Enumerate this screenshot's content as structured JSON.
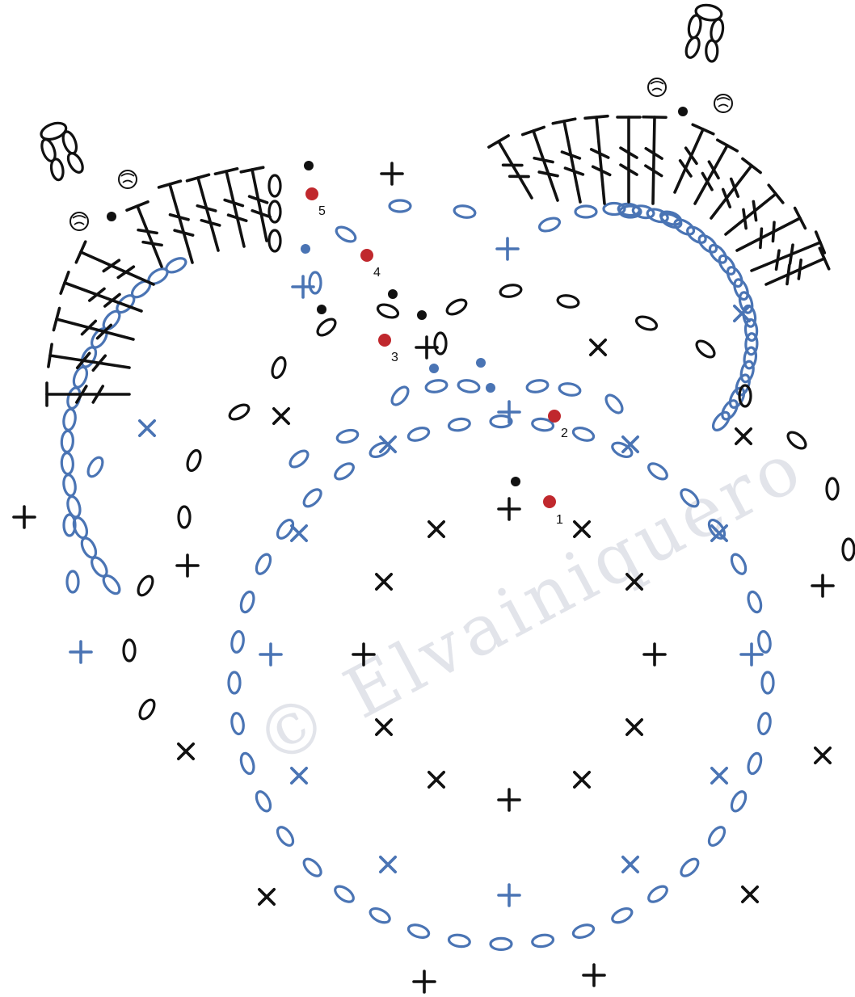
{
  "colors": {
    "blue": "#4a74b4",
    "black": "#111111",
    "red": "#c0282d",
    "watermark": "#d9dce4"
  },
  "round_labels": [
    "1",
    "2",
    "3",
    "4",
    "5"
  ],
  "watermark": "© Elvainiquero",
  "legend_symbols": [
    "chain-oval",
    "single-crochet-x",
    "single-crochet-plus",
    "slip-stitch-dot",
    "treble-crochet",
    "picot-cluster"
  ]
}
